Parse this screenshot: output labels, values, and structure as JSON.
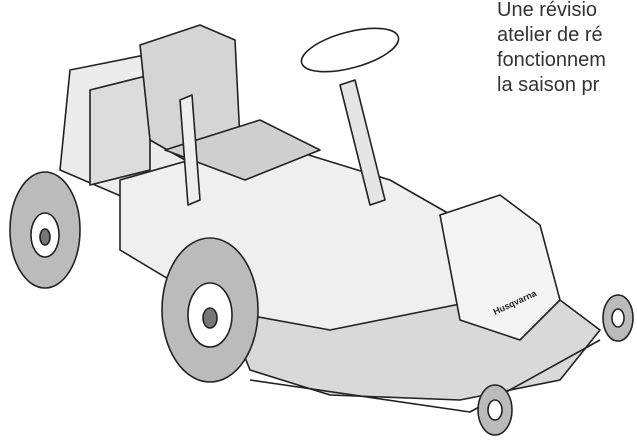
{
  "text_lines": [
    "Une révisio",
    "atelier de ré",
    "fonctionnem",
    "la saison pr"
  ],
  "illustration": {
    "brand_label": "Husqvarna",
    "subject": "riding-mower"
  }
}
